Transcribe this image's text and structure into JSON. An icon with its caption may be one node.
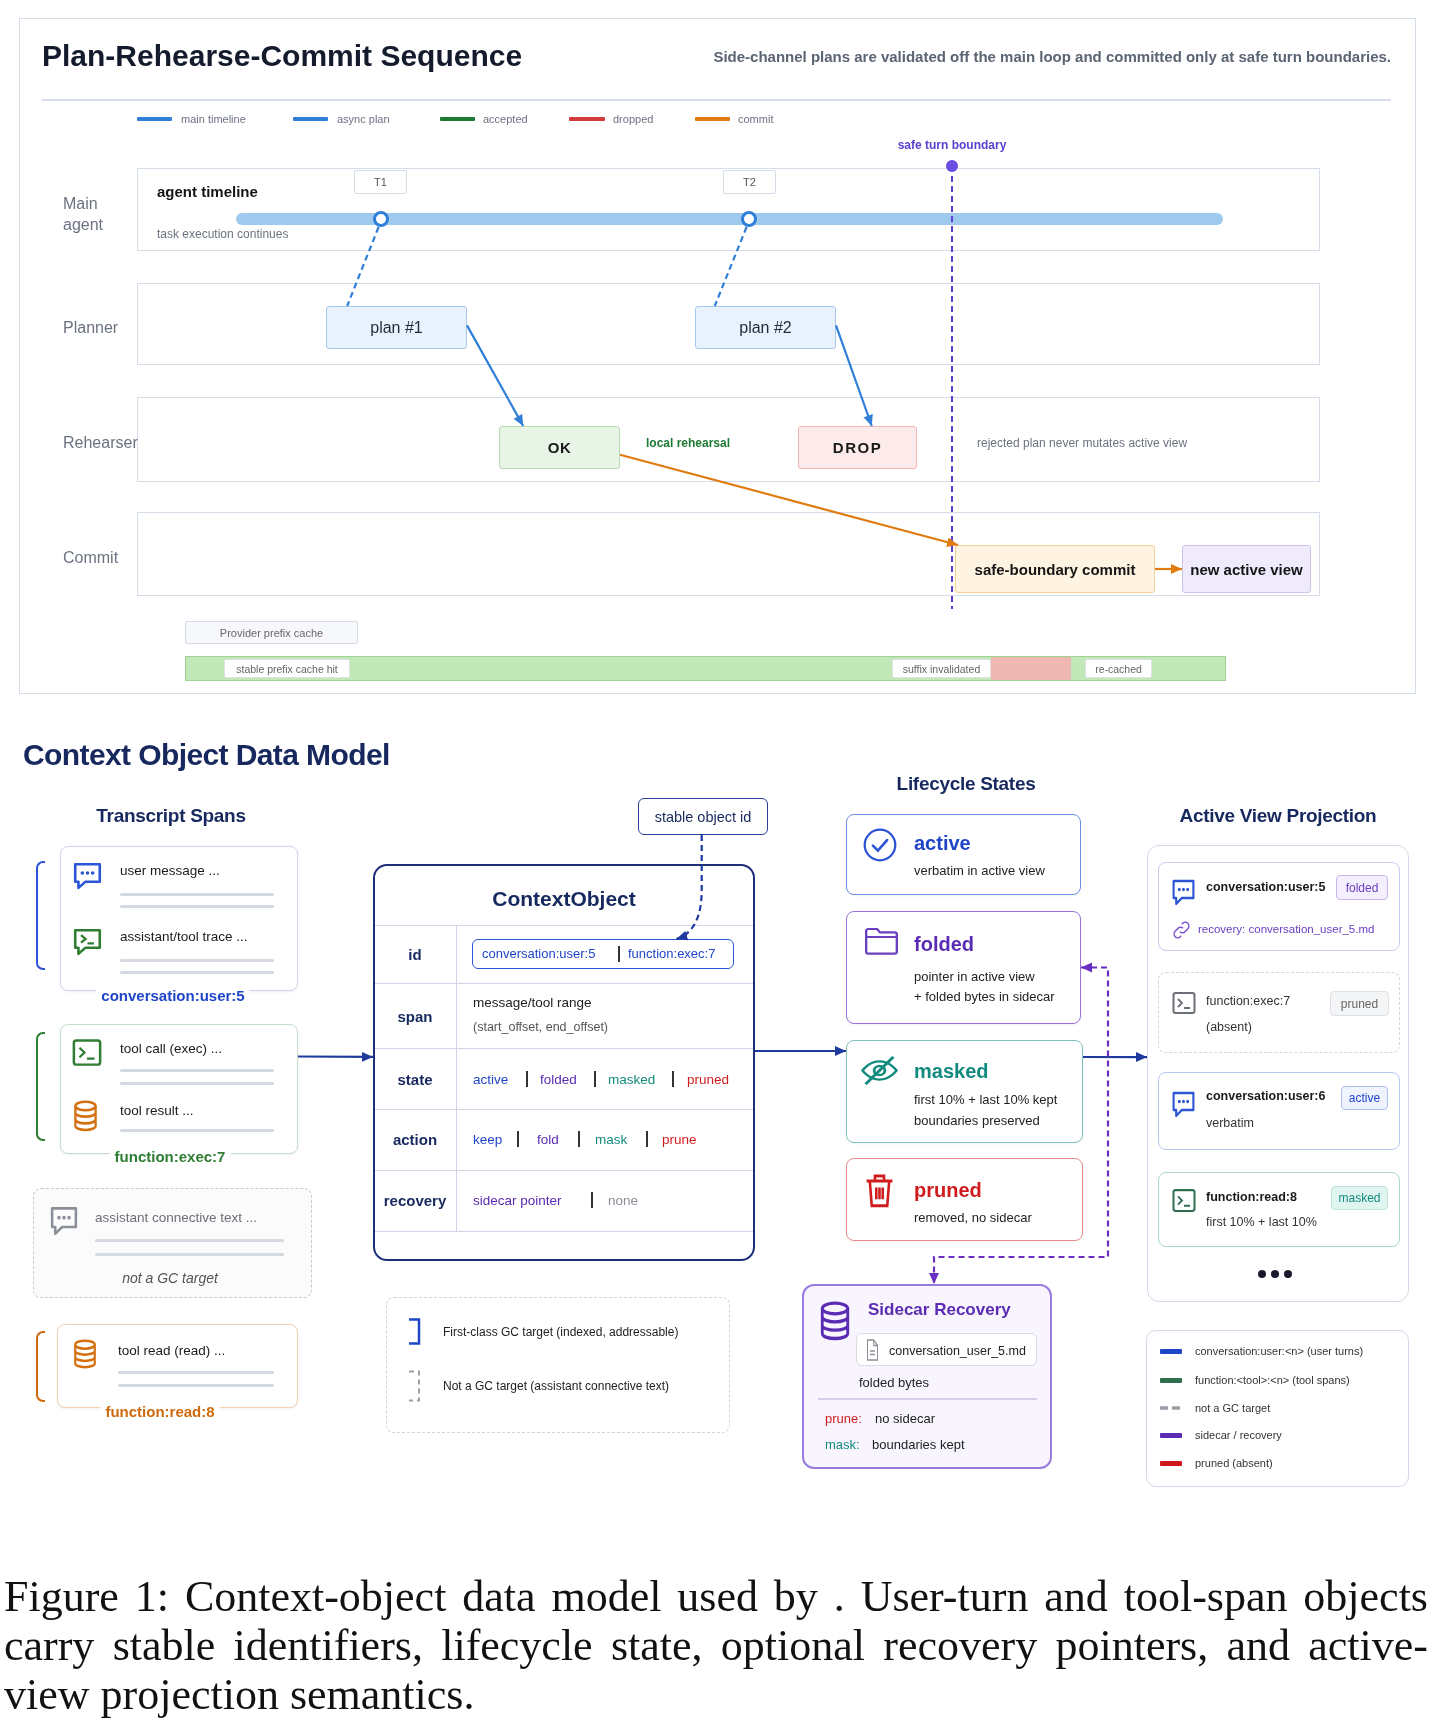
{
  "diagram": {
    "caption": "Figure 1: Context-object data model used by . User-turn and tool-span objects carry stable identifiers, lifecycle state, optional recovery pointers, and active-view projection semantics.",
    "nodes": [
      {
        "text": [
          "Plan-Rehearse-Commit Sequence",
          "Side-channel plans are validated off the main loop and committed only at safe turn boundaries."
        ]
      },
      {
        "text": [
          "Main agent",
          "agent timeline",
          "task execution continues"
        ],
        "in": 0
      },
      {
        "text": [
          "T1"
        ],
        "in": 1
      },
      {
        "text": [],
        "shape": "circle",
        "in": 1
      },
      {
        "text": [
          "T2"
        ],
        "in": 1
      },
      {
        "text": [],
        "shape": "circle",
        "in": 1
      },
      {
        "text": [
          "Planner"
        ],
        "in": 0
      },
      {
        "text": [
          "plan #1"
        ],
        "in": 6
      },
      {
        "text": [
          "plan #2"
        ],
        "in": 6
      },
      {
        "text": [
          "Rehearser"
        ],
        "in": 0
      },
      {
        "text": [
          "OK"
        ],
        "in": 9
      },
      {
        "text": [
          "DROP"
        ],
        "in": 9
      },
      {
        "text": [
          "Commit"
        ],
        "in": 0
      },
      {
        "text": [
          "safe-boundary commit"
        ],
        "in": 12
      },
      {
        "text": [
          "new active view"
        ],
        "in": 12
      },
      {
        "text": [
          "Provider prefix cache"
        ],
        "in": 0
      },
      {
        "text": [],
        "shape": "bar",
        "in": 0
      },
      {
        "text": [
          "stable prefix cache hit"
        ],
        "in": 16
      },
      {
        "text": [
          "suffix invalidated"
        ],
        "in": 16
      },
      {
        "text": [],
        "shape": "bar",
        "in": 16
      },
      {
        "text": [
          "re-cached"
        ],
        "in": 16
      },
      {
        "text": [
          "user message ...",
          "assistant/tool trace ...",
          "conversation:user:5"
        ]
      },
      {
        "text": [
          "tool call (exec) ...",
          "tool result ...",
          "function:exec:7"
        ]
      },
      {
        "text": [
          "assistant connective text ...",
          "not a GC target"
        ]
      },
      {
        "text": [
          "tool read (read) ...",
          "function:read:8"
        ]
      },
      {
        "text": [
          "stable object id"
        ]
      },
      {
        "text": [
          "ContextObject"
        ]
      },
      {
        "text": [
          "conversation:user:5",
          "function:exec:7"
        ],
        "in": 26
      },
      {
        "text": [
          "active",
          "verbatim in active view"
        ]
      },
      {
        "text": [
          "folded",
          "pointer in active view",
          "+ folded bytes in sidecar"
        ]
      },
      {
        "text": [
          "masked",
          "first 10% + last 10% kept",
          "boundaries preserved"
        ]
      },
      {
        "text": [
          "pruned",
          "removed, no sidecar"
        ]
      },
      {
        "text": [
          "Sidecar Recovery",
          "folded bytes",
          "prune:",
          "no sidecar",
          "mask:",
          "boundaries kept"
        ]
      },
      {
        "text": [
          "conversation_user_5.md"
        ],
        "in": 32
      },
      {
        "text": [
          "Active View Projection"
        ]
      },
      {
        "text": [
          "conversation:user:5",
          "recovery: conversation_user_5.md"
        ],
        "in": 34
      },
      {
        "text": [
          "folded"
        ],
        "in": 35
      },
      {
        "text": [
          "function:exec:7",
          "(absent)"
        ],
        "in": 34
      },
      {
        "text": [
          "pruned"
        ],
        "in": 37
      },
      {
        "text": [
          "conversation:user:6",
          "verbatim"
        ],
        "in": 34
      },
      {
        "text": [
          "active"
        ],
        "in": 39
      },
      {
        "text": [
          "function:read:8",
          "first 10% + last 10%"
        ],
        "in": 34
      },
      {
        "text": [
          "masked"
        ],
        "in": 41
      }
    ],
    "edges": [
      {
        "from": 3,
        "to": 7,
        "arrow": "none",
        "style": "dashed",
        "color": "#2f7ed8"
      },
      {
        "from": 5,
        "to": 8,
        "arrow": "none",
        "style": "dashed",
        "color": "#2f7ed8"
      },
      {
        "from": 7,
        "to": 10,
        "arrow": "to",
        "color": "#2f7ed8"
      },
      {
        "from": 8,
        "to": 11,
        "arrow": "to",
        "color": "#2f7ed8"
      },
      {
        "from": 10,
        "to": 13,
        "arrow": "to",
        "label": "local rehearsal",
        "color": "#e07b10"
      },
      {
        "from": 13,
        "to": 14,
        "arrow": "to",
        "color": "#e07b10"
      },
      {
        "from": 22,
        "to": 26,
        "arrow": "to",
        "color": "#1e3a9e"
      },
      {
        "from": 25,
        "to": 27,
        "arrow": "to",
        "style": "dashed",
        "color": "#1e3a9e"
      },
      {
        "from": 26,
        "to": 30,
        "arrow": "to",
        "color": "#1e3a9e"
      },
      {
        "from": 30,
        "to": 34,
        "arrow": "to",
        "color": "#1e3a9e"
      },
      {
        "from": 29,
        "to": 32,
        "arrow": "both",
        "style": "dashed",
        "color": "#6a2fc0"
      }
    ],
    "labels": [
      "safe turn boundary",
      "rejected plan never mutates active view",
      "Context Object Data Model",
      "Transcript Spans",
      "Lifecycle States",
      "id",
      "span",
      "message/tool range",
      "(start_offset, end_offset)",
      "state",
      "active",
      "folded",
      "masked",
      "pruned",
      "action",
      "keep",
      "fold",
      "mask",
      "prune",
      "recovery",
      "sidecar pointer",
      "none"
    ],
    "legend": [
      {
        "text": "main timeline",
        "color": "#2f7ed8"
      },
      {
        "text": "async plan",
        "color": "#2f7ed8"
      },
      {
        "text": "accepted",
        "color": "#1e7b34"
      },
      {
        "text": "dropped",
        "color": "#d13b3b"
      },
      {
        "text": "commit",
        "color": "#e07b10"
      },
      {
        "text": "First-class GC target (indexed, addressable)"
      },
      {
        "text": "Not a GC target (assistant connective text)"
      },
      {
        "text": "conversation:user:<n> (user turns)",
        "color": "#1f45c9"
      },
      {
        "text": "function:<tool>:<n> (tool spans)",
        "color": "#2f6f4f"
      },
      {
        "text": "not a GC target"
      },
      {
        "text": "sidecar / recovery",
        "color": "#5a2bb3"
      },
      {
        "text": "pruned (absent)",
        "color": "#d0161b"
      }
    ]
  }
}
